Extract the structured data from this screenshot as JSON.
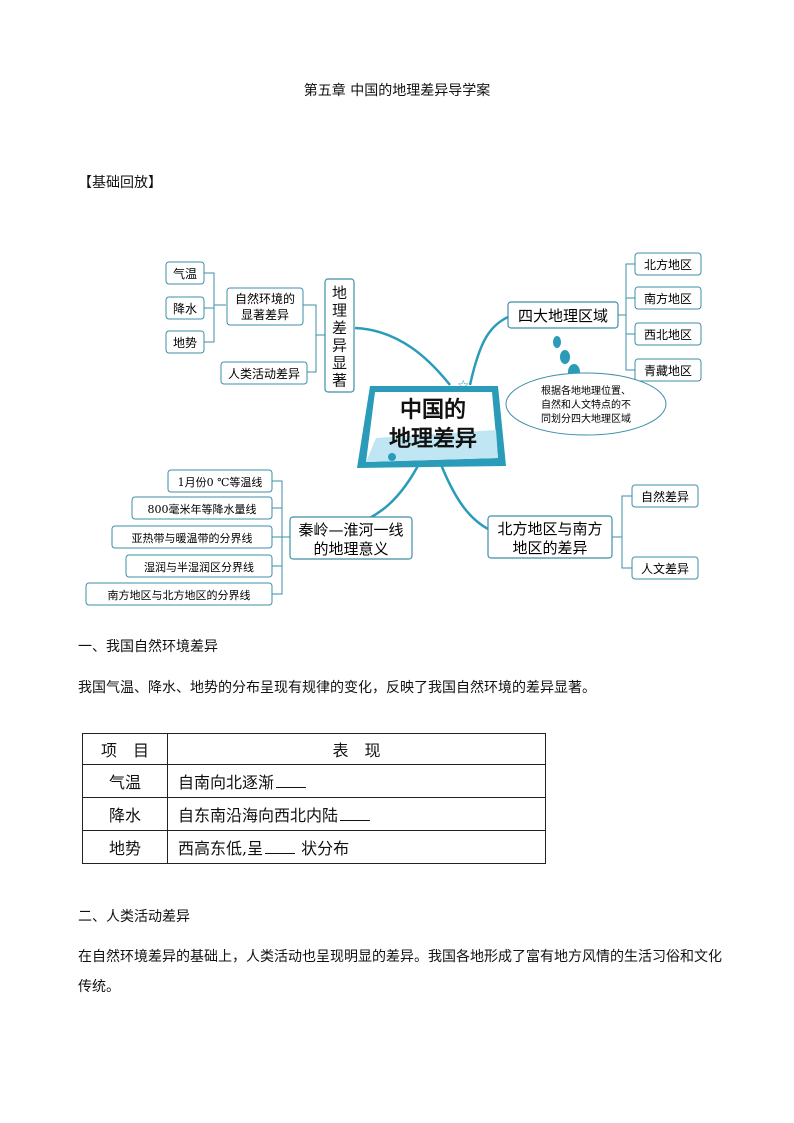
{
  "doc": {
    "title": "第五章 中国的地理差异导学案",
    "section": "【基础回放】"
  },
  "mindmap": {
    "center": [
      "中国的",
      "地理差异"
    ],
    "branch_top_left": {
      "label": "地理差异显著",
      "children": [
        {
          "label": "自然环境的显著差异",
          "lines": [
            "自然环境的",
            "显著差异"
          ],
          "leaves": [
            "气温",
            "降水",
            "地势"
          ]
        },
        {
          "label": "人类活动差异"
        }
      ]
    },
    "branch_top_right": {
      "label": "四大地理区域",
      "leaves": [
        "北方地区",
        "南方地区",
        "西北地区",
        "青藏地区"
      ],
      "note": [
        "根据各地地理位置、",
        "自然和人文特点的不",
        "同划分四大地理区域"
      ]
    },
    "branch_bottom_left": {
      "label": [
        "秦岭—淮河一线",
        "的地理意义"
      ],
      "leaves": [
        "1月份0 ℃等温线",
        "800毫米年等降水量线",
        "亚热带与暖温带的分界线",
        "湿润与半湿润区分界线",
        "南方地区与北方地区的分界线"
      ]
    },
    "branch_bottom_right": {
      "label": [
        "北方地区与南方",
        "地区的差异"
      ],
      "leaves": [
        "自然差异",
        "人文差异"
      ]
    }
  },
  "section1": {
    "heading": "一、我国自然环境差异",
    "text": "我国气温、降水、地势的分布呈现有规律的变化，反映了我国自然环境的差异显著。"
  },
  "table": {
    "headers": [
      "项　目",
      "表　现"
    ],
    "rows": [
      {
        "item": "气温",
        "text": "自南向北逐渐",
        "suffix": ""
      },
      {
        "item": "降水",
        "text": "自东南沿海向西北内陆",
        "suffix": ""
      },
      {
        "item": "地势",
        "text": "西高东低,呈",
        "suffix": "状分布"
      }
    ]
  },
  "section2": {
    "heading": "二、人类活动差异",
    "text1": "在自然环境差异的基础上，人类活动也呈现明显的差异。我国各地形成了富有地方风情的生活习俗和文化",
    "text2": "传统。"
  },
  "colors": {
    "teal": "#2a9bb8",
    "light_teal": "#bfe6f2",
    "box_border": "#3d8fa8"
  }
}
